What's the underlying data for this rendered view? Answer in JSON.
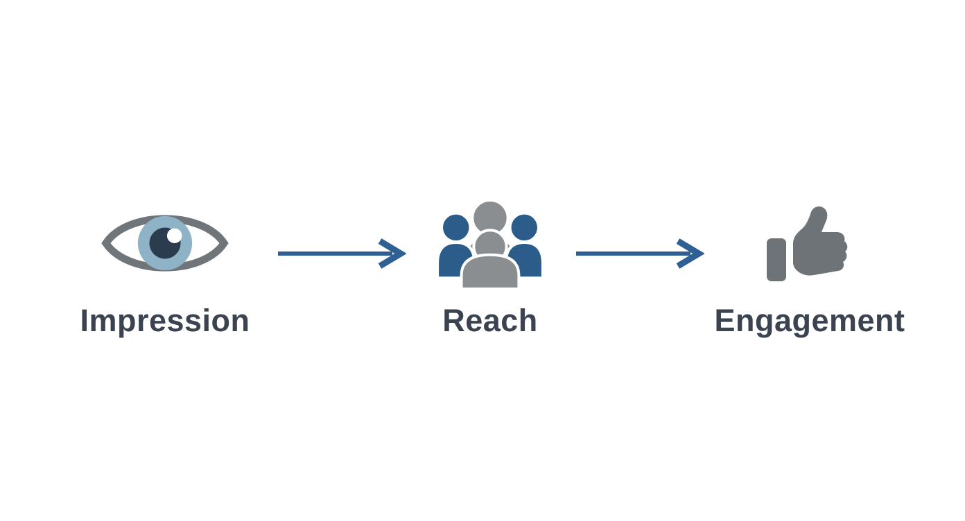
{
  "diagram": {
    "type": "horizontal-process-flow",
    "stages": [
      {
        "label": "Impression",
        "icon": "eye-icon"
      },
      {
        "label": "Reach",
        "icon": "people-group-icon"
      },
      {
        "label": "Engagement",
        "icon": "thumbs-up-icon"
      }
    ],
    "connectors": [
      {
        "from": "Impression",
        "to": "Reach",
        "style": "right-arrow"
      },
      {
        "from": "Reach",
        "to": "Engagement",
        "style": "right-arrow"
      }
    ],
    "colors": {
      "background": "#ffffff",
      "label_text": "#3b4350",
      "arrow": "#2e6094",
      "eye_outline": "#70757a",
      "eye_iris": "#8fb3c6",
      "eye_pupil": "#2c3c4f",
      "eye_highlight": "#ffffff",
      "people_blue": "#2c5d8a",
      "people_gray": "#8b8e91",
      "thumb_gray": "#6e7378"
    }
  }
}
